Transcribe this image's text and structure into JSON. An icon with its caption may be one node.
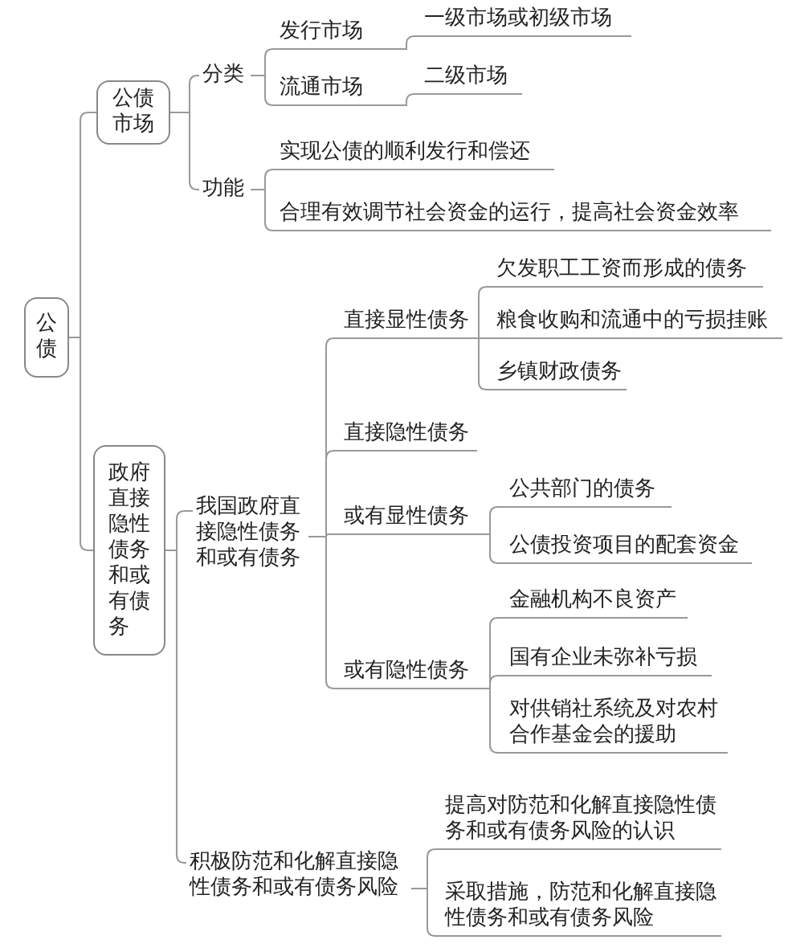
{
  "diagram": {
    "nodes": [
      {
        "text": [
          "公债"
        ]
      },
      {
        "text": [
          "公债市场"
        ]
      },
      {
        "text": [
          "分类"
        ]
      },
      {
        "text": [
          "发行市场"
        ]
      },
      {
        "text": [
          "一级市场或初级市场"
        ]
      },
      {
        "text": [
          "流通市场"
        ]
      },
      {
        "text": [
          "二级市场"
        ]
      },
      {
        "text": [
          "功能"
        ]
      },
      {
        "text": [
          "实现公债的顺利发行和偿还"
        ]
      },
      {
        "text": [
          "合理有效调节社会资金的运行，提高社会资金效率"
        ]
      },
      {
        "text": [
          "政府直接隐性债务和或有债务"
        ]
      },
      {
        "text": [
          "我国政府直接隐性债务和或有债务"
        ]
      },
      {
        "text": [
          "直接显性债务"
        ]
      },
      {
        "text": [
          "欠发职工工资而形成的债务"
        ]
      },
      {
        "text": [
          "粮食收购和流通中的亏损挂账"
        ]
      },
      {
        "text": [
          "乡镇财政债务"
        ]
      },
      {
        "text": [
          "直接隐性债务"
        ]
      },
      {
        "text": [
          "或有显性债务"
        ]
      },
      {
        "text": [
          "公共部门的债务"
        ]
      },
      {
        "text": [
          "公债投资项目的配套资金"
        ]
      },
      {
        "text": [
          "或有隐性债务"
        ]
      },
      {
        "text": [
          "金融机构不良资产"
        ]
      },
      {
        "text": [
          "国有企业未弥补亏损"
        ]
      },
      {
        "text": [
          "对供销社系统及对农村合作基金会的援助"
        ]
      },
      {
        "text": [
          "积极防范和化解直接隐性债务和或有债务风险"
        ]
      },
      {
        "text": [
          "提高对防范和化解直接隐性债务和或有债务风险的认识"
        ]
      },
      {
        "text": [
          "采取措施，防范和化解直接隐性债务和或有债务风险"
        ]
      }
    ],
    "edges": [
      {
        "from": 0,
        "to": 1,
        "arrow": "none"
      },
      {
        "from": 0,
        "to": 10,
        "arrow": "none"
      },
      {
        "from": 1,
        "to": 2,
        "arrow": "none"
      },
      {
        "from": 1,
        "to": 7,
        "arrow": "none"
      },
      {
        "from": 2,
        "to": 3,
        "arrow": "none"
      },
      {
        "from": 2,
        "to": 5,
        "arrow": "none"
      },
      {
        "from": 3,
        "to": 4,
        "arrow": "none"
      },
      {
        "from": 5,
        "to": 6,
        "arrow": "none"
      },
      {
        "from": 7,
        "to": 8,
        "arrow": "none"
      },
      {
        "from": 7,
        "to": 9,
        "arrow": "none"
      },
      {
        "from": 10,
        "to": 11,
        "arrow": "none"
      },
      {
        "from": 10,
        "to": 24,
        "arrow": "none"
      },
      {
        "from": 11,
        "to": 12,
        "arrow": "none"
      },
      {
        "from": 11,
        "to": 16,
        "arrow": "none"
      },
      {
        "from": 11,
        "to": 17,
        "arrow": "none"
      },
      {
        "from": 11,
        "to": 20,
        "arrow": "none"
      },
      {
        "from": 12,
        "to": 13,
        "arrow": "none"
      },
      {
        "from": 12,
        "to": 14,
        "arrow": "none"
      },
      {
        "from": 12,
        "to": 15,
        "arrow": "none"
      },
      {
        "from": 17,
        "to": 18,
        "arrow": "none"
      },
      {
        "from": 17,
        "to": 19,
        "arrow": "none"
      },
      {
        "from": 20,
        "to": 21,
        "arrow": "none"
      },
      {
        "from": 20,
        "to": 22,
        "arrow": "none"
      },
      {
        "from": 20,
        "to": 23,
        "arrow": "none"
      },
      {
        "from": 24,
        "to": 25,
        "arrow": "none"
      },
      {
        "from": 24,
        "to": 26,
        "arrow": "none"
      }
    ]
  }
}
